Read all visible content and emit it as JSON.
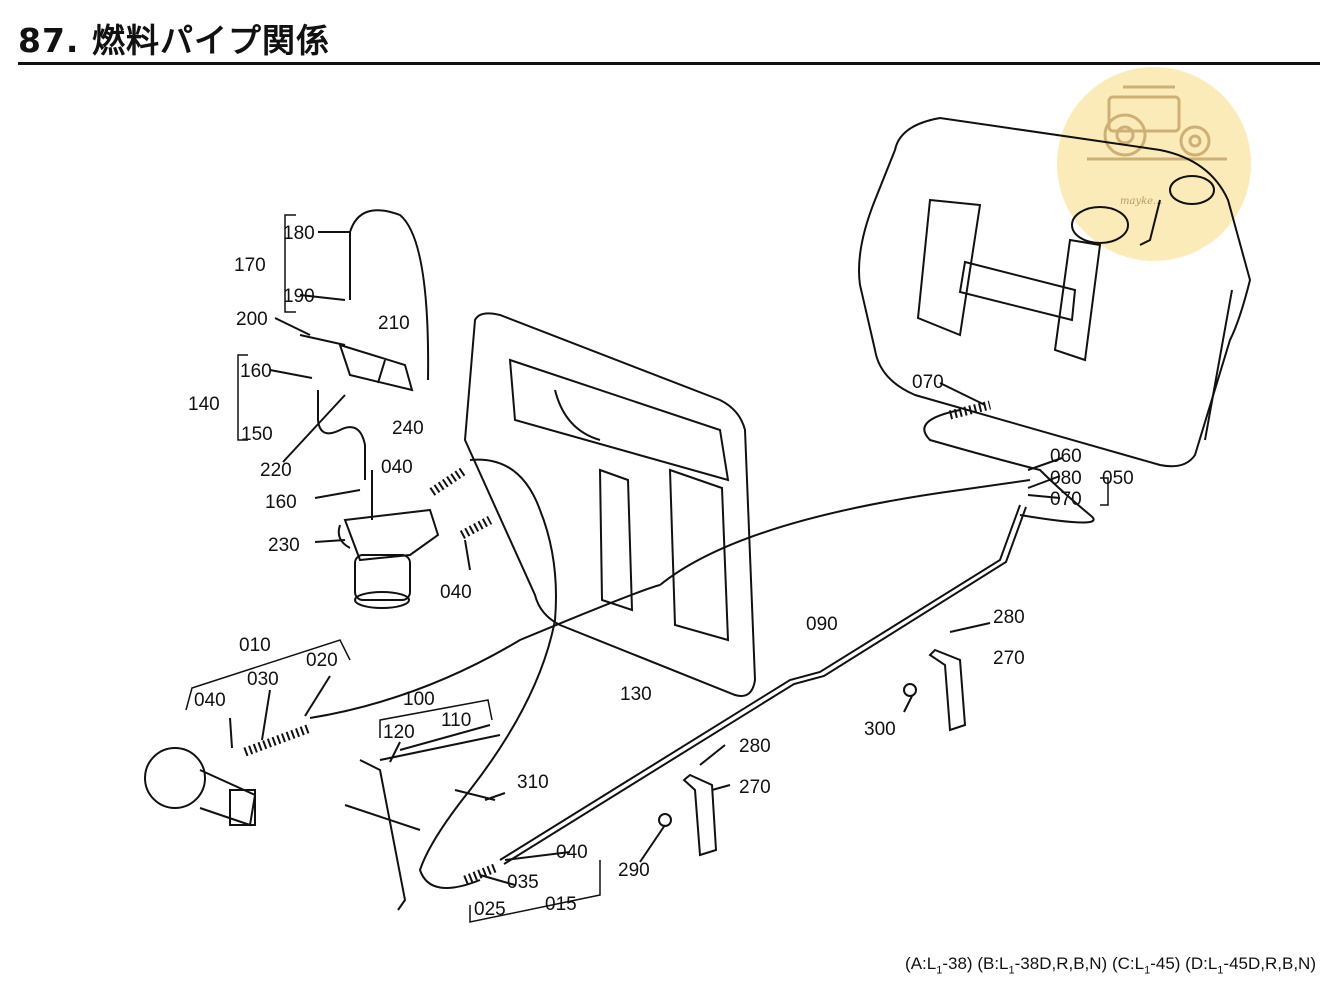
{
  "title": "87. 燃料パイプ関係",
  "variants": [
    {
      "prefix": "(A:L",
      "sub": "1",
      "suffix": "-38)"
    },
    {
      "prefix": "(B:L",
      "sub": "1",
      "suffix": "-38D,R,B,N)"
    },
    {
      "prefix": "(C:L",
      "sub": "1",
      "suffix": "-45)"
    },
    {
      "prefix": "(D:L",
      "sub": "1",
      "suffix": "-45D,R,B,N)"
    }
  ],
  "watermark_text": "mayke...",
  "labels": {
    "l180": "180",
    "l170": "170",
    "l190": "190",
    "l200": "200",
    "l210": "210",
    "l160a": "160",
    "l140": "140",
    "l150": "150",
    "l220": "220",
    "l240": "240",
    "l040a": "040",
    "l160b": "160",
    "l230": "230",
    "l040b": "040",
    "l010": "010",
    "l030": "030",
    "l020": "020",
    "l040c": "040",
    "l100": "100",
    "l120": "120",
    "l110": "110",
    "l310": "310",
    "l130": "130",
    "l090": "090",
    "l070a": "070",
    "l060": "060",
    "l080": "080",
    "l050": "050",
    "l070b": "070",
    "l280a": "280",
    "l270a": "270",
    "l300": "300",
    "l280b": "280",
    "l270b": "270",
    "l290": "290",
    "l040d": "040",
    "l035": "035",
    "l025": "025",
    "l015": "015"
  }
}
